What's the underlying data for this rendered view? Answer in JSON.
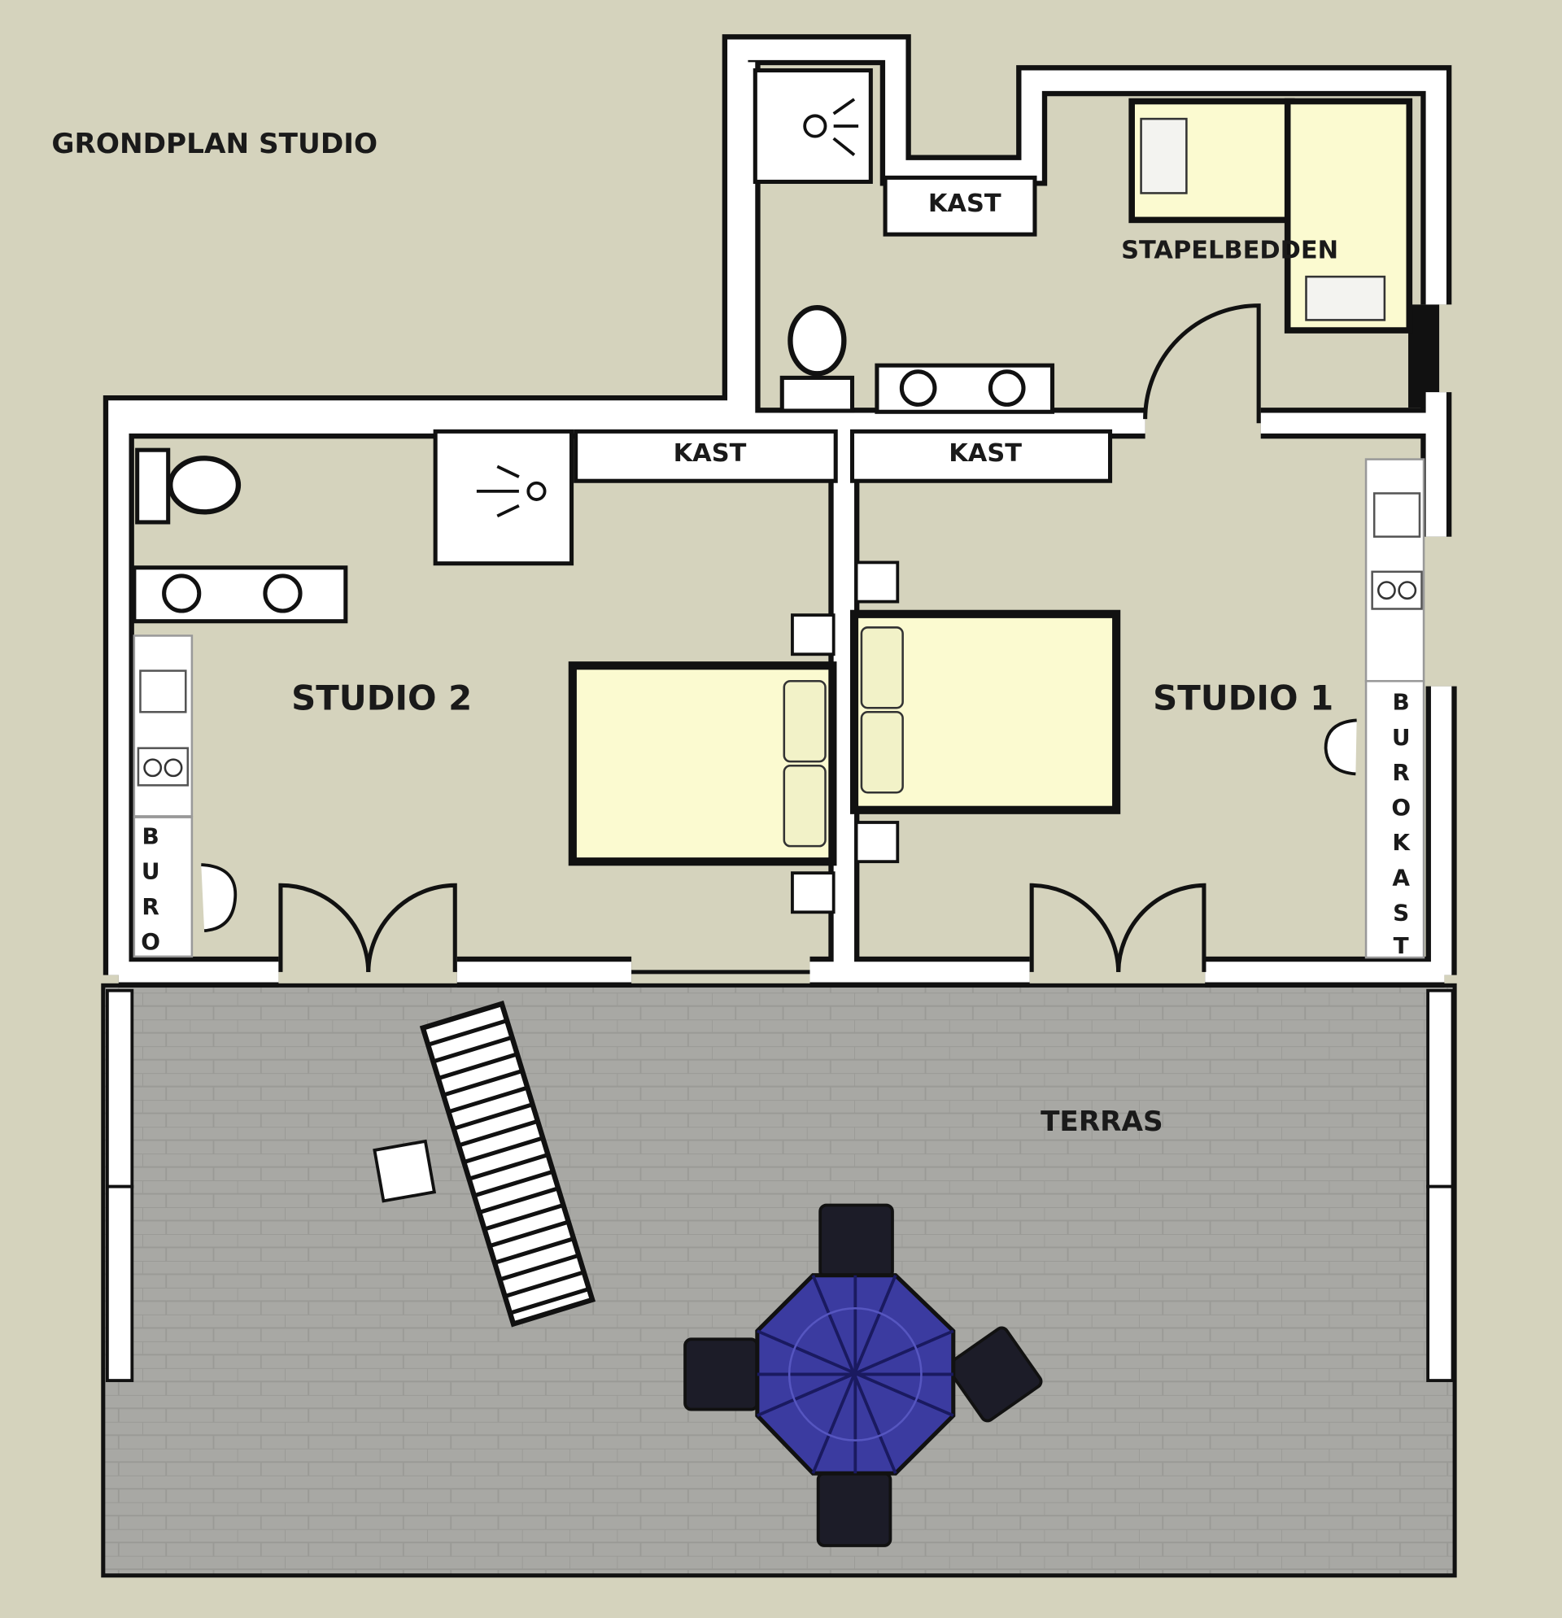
{
  "title": "GRONDPLAN STUDIO",
  "rooms": {
    "studio_1": "STUDIO 1",
    "studio_2": "STUDIO 2",
    "stapelbedden": "STAPELBEDDEN",
    "terras": "TERRAS"
  },
  "furniture": {
    "kast_top": "KAST",
    "kast_studio2": "KAST",
    "kast_studio1": "KAST",
    "buro_letters": [
      "B",
      "U",
      "R",
      "O"
    ],
    "burokast_letters": [
      "B",
      "U",
      "R",
      "O",
      "K",
      "A",
      "S",
      "T"
    ]
  },
  "colors": {
    "background": "#d5d3bd",
    "floor": "#d5d3bd",
    "wall": "#ffffff",
    "bed": "#fbfad0",
    "terrace": "#a7a7a3",
    "umbrella": "#3b3ba0"
  }
}
